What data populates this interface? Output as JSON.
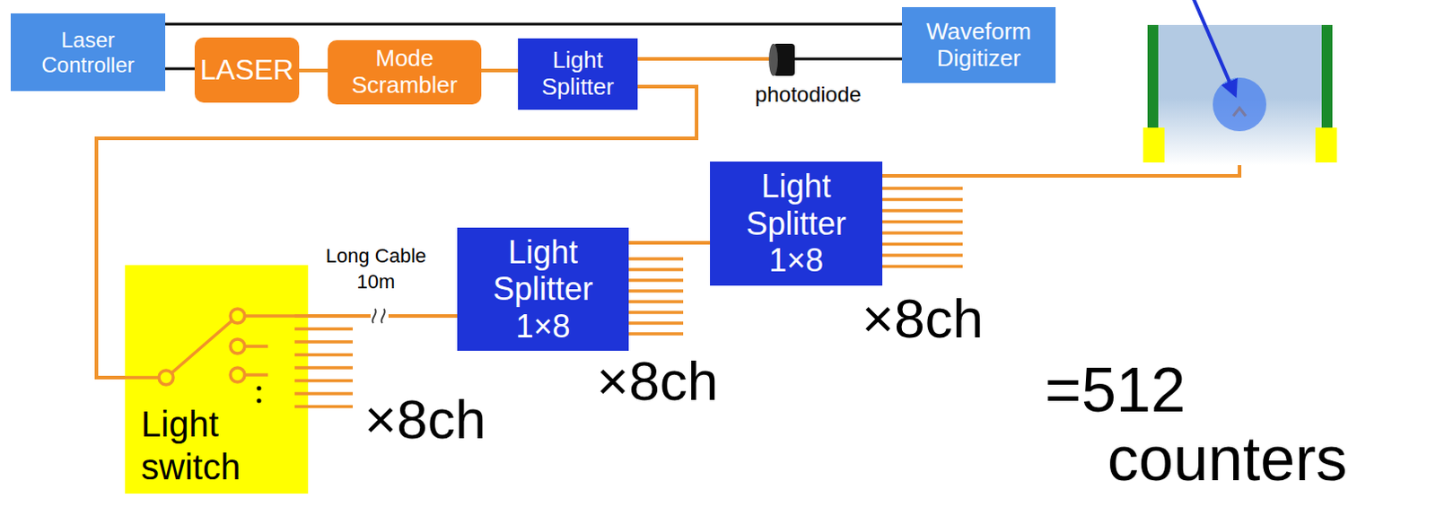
{
  "diagram": {
    "nodes": [
      {
        "text": [
          "Laser Controller"
        ]
      },
      {
        "text": [
          "LASER"
        ]
      },
      {
        "text": [
          "Mode Scrambler"
        ]
      },
      {
        "text": [
          "Light Splitter"
        ]
      },
      {
        "text": [
          "Waveform Digitizer"
        ]
      },
      {
        "text": [
          "photodiode"
        ]
      },
      {
        "text": [
          "Light switch"
        ]
      },
      {
        "text": [
          "Light Splitter 1×8"
        ]
      },
      {
        "text": [
          "Light Splitter 1×8"
        ]
      }
    ],
    "edges": [
      {
        "from": 0,
        "to": 4,
        "arrow": "none"
      },
      {
        "from": 0,
        "to": 1,
        "arrow": "none"
      },
      {
        "from": 1,
        "to": 2,
        "arrow": "none"
      },
      {
        "from": 2,
        "to": 3,
        "arrow": "none"
      },
      {
        "from": 3,
        "to": 5,
        "arrow": "none"
      },
      {
        "from": 5,
        "to": 4,
        "arrow": "none"
      },
      {
        "from": 3,
        "to": 6,
        "arrow": "none"
      },
      {
        "from": 6,
        "to": 7,
        "label": "Long Cable 10m",
        "arrow": "none"
      },
      {
        "from": 7,
        "to": 8,
        "arrow": "none"
      }
    ],
    "labels": [
      "×8ch",
      "×8ch",
      "×8ch",
      "=512 counters"
    ]
  }
}
